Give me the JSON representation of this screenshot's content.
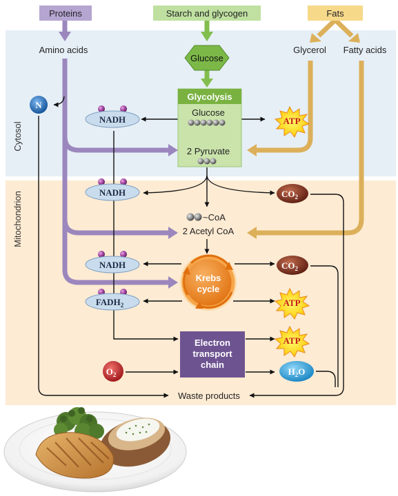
{
  "sources": {
    "proteins": "Proteins",
    "starch": "Starch and glycogen",
    "fats": "Fats"
  },
  "inputs": {
    "amino_acids": "Amino acids",
    "glucose": "Glucose",
    "glycerol": "Glycerol",
    "fatty_acids": "Fatty acids"
  },
  "regions": {
    "cytosol": "Cytosol",
    "mitochondrion": "Mitochondrion"
  },
  "glycolysis": {
    "title": "Glycolysis",
    "glucose": "Glucose",
    "pyruvate": "2 Pyruvate"
  },
  "acetyl": {
    "coa": "~CoA",
    "label": "2 Acetyl CoA"
  },
  "krebs": {
    "line1": "Krebs",
    "line2": "cycle"
  },
  "etc": {
    "line1": "Electron",
    "line2": "transport",
    "line3": "chain"
  },
  "molecules": {
    "nadh": "NADH",
    "fadh_main": "FADH",
    "fadh_sub": "2",
    "atp": "ATP",
    "co2_main": "CO",
    "co2_sub": "2",
    "o2_main": "O",
    "o2_sub": "2",
    "h2o_h": "H",
    "h2o_sub": "2",
    "h2o_o": "O",
    "n": "N"
  },
  "waste": "Waste products",
  "colors": {
    "protein": "#9b87bd",
    "starch": "#82be4e",
    "fat": "#dcb05a",
    "cytosol_bg": "#e6eff6",
    "mito_bg": "#fdebd3",
    "nadh_fill": "#c9dced",
    "bead_purple": "#9c3f9a",
    "etc_fill": "#6e5391",
    "glycolysis_box": "#c9e3ab",
    "glycolysis_header": "#79b241",
    "co2_fill": "#7b2c1b",
    "o2_fill": "#c8262b",
    "h2o_fill": "#1e9bd8",
    "n_fill": "#1b6fbf",
    "krebs_fill": "#f08c23"
  }
}
